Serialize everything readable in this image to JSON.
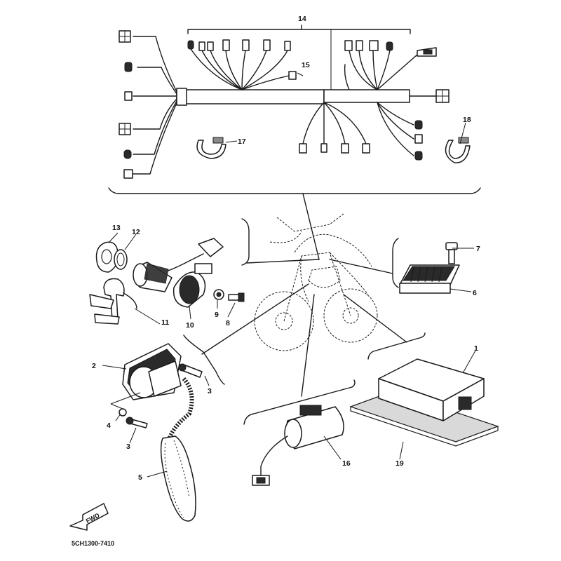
{
  "diagram": {
    "drawing_code": "5CH1300-7410",
    "direction_marker": "FWD",
    "callouts": [
      "1",
      "2",
      "3",
      "3",
      "3",
      "4",
      "5",
      "6",
      "7",
      "8",
      "9",
      "10",
      "11",
      "12",
      "13",
      "14",
      "15",
      "16",
      "17",
      "18",
      "19"
    ]
  }
}
